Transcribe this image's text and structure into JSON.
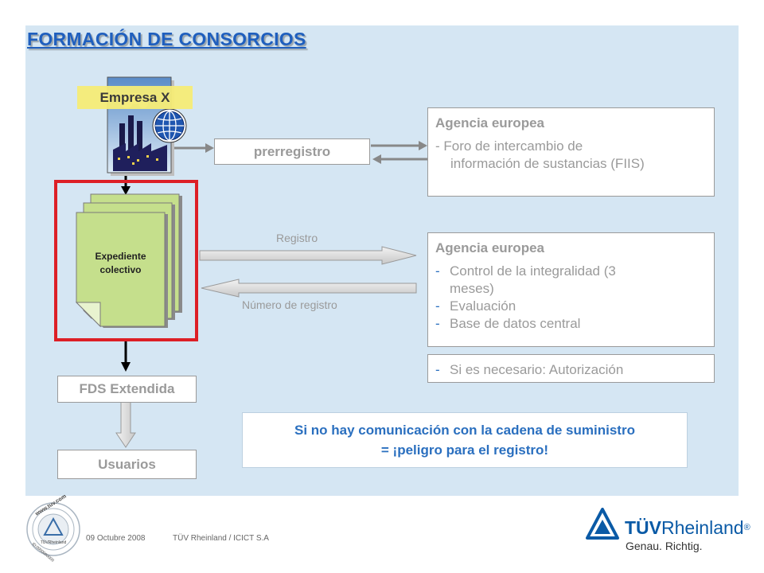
{
  "title": "FORMACIÓN DE CONSORCIOS",
  "company": {
    "label": "Empresa X",
    "icons": [
      "factory-icon",
      "globe-icon"
    ]
  },
  "prerregistro": "prerregistro",
  "agency_top": {
    "title": "Agencia europea",
    "line1": "- Foro de intercambio de",
    "line2": "información de sustancias (FIIS)"
  },
  "dossier": {
    "line1": "Expediente",
    "line2": "colectivo"
  },
  "flows": {
    "registro": "Registro",
    "numero": "Número de registro"
  },
  "agency_mid": {
    "title": "Agencia europea",
    "items": [
      "Control de la integralidad (3",
      "meses)",
      "Evaluación",
      "Base de datos central"
    ]
  },
  "dash": "-",
  "authorization": "Si es necesario: Autorización",
  "fds": "FDS Extendida",
  "usuarios": "Usuarios",
  "warning": {
    "line1": "Si no  hay comunicación con la cadena de suministro",
    "line2": "= ¡peligro para el registro!"
  },
  "footer": {
    "date": "09 Octubre 2008",
    "org": "TÜV Rheinland / ICICT S.A"
  },
  "seal": {
    "url": "www.tuv.com",
    "brand": "TÜVRheinland",
    "id": "ID:0000000000"
  },
  "brand": {
    "name_a": "TÜV",
    "name_b": "Rheinland",
    "reg": "®",
    "tagline": "Genau. Richtig."
  },
  "colors": {
    "panel": "#d5e6f3",
    "title": "#1f5fbe",
    "gray": "#9a9a9a",
    "doc": "#c5df8c",
    "red": "#dd1f26",
    "accent": "#2a6fbf",
    "brand_blue": "#0a5aa6"
  }
}
